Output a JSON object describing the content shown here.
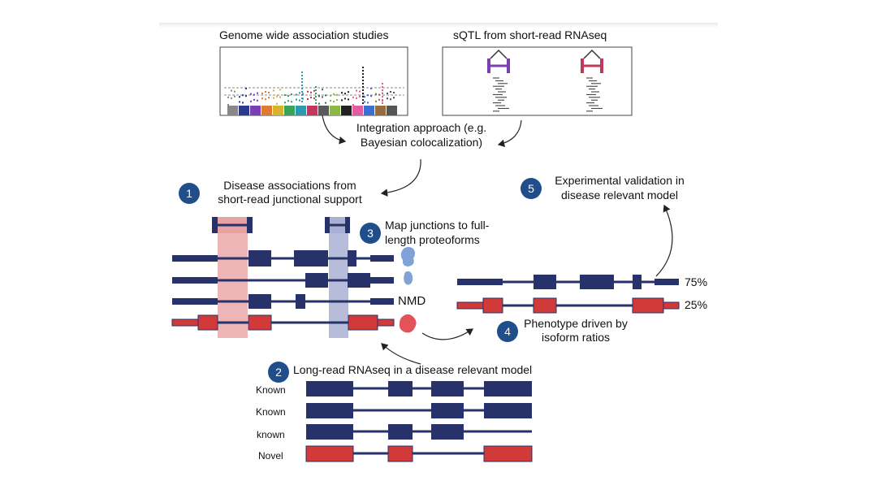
{
  "panels": {
    "gwas_title": "Genome wide association studies",
    "sqtl_title": "sQTL from short-read RNAseq"
  },
  "integration": {
    "line1": "Integration approach (e.g.",
    "line2": "Bayesian colocalization)"
  },
  "steps": [
    {
      "num": "1",
      "lines": [
        "Disease associations from",
        "short-read junctional support"
      ]
    },
    {
      "num": "2",
      "lines": [
        "Long-read RNAseq in a disease relevant model"
      ]
    },
    {
      "num": "3",
      "lines": [
        "Map junctions to full-",
        "length proteoforms"
      ]
    },
    {
      "num": "4",
      "lines": [
        "Phenotype driven by",
        "isoform ratios"
      ]
    },
    {
      "num": "5",
      "lines": [
        "Experimental validation in",
        "disease relevant model"
      ]
    }
  ],
  "nmd_label": "NMD",
  "ratios": {
    "isoform_a": "75%",
    "isoform_b": "25%"
  },
  "long_read_labels": [
    "Known",
    "Known",
    "known",
    "Novel"
  ],
  "colors": {
    "navy": "#27326b",
    "red": "#d23a3a",
    "badge": "#1f4e8a",
    "pink_band": "#eaa8a8",
    "blue_band": "#a9b0d4",
    "protein_blue": "#7fa3d6",
    "protein_red": "#e2545a"
  }
}
